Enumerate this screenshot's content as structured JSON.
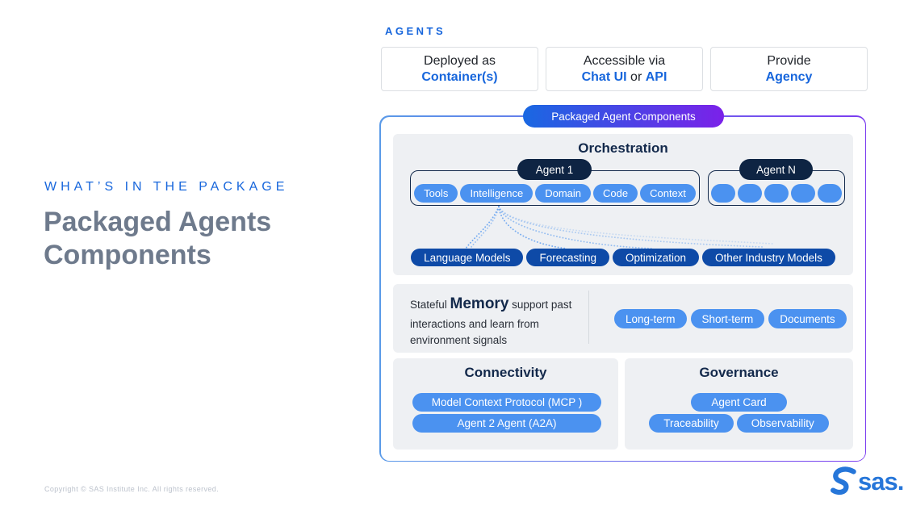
{
  "colors": {
    "accent_blue": "#1766dc",
    "pill_blue": "#4b92f0",
    "pill_navy": "#0e2443",
    "pill_dark_blue": "#0e4aa7",
    "banner_gradient_start": "#1968e2",
    "banner_gradient_end": "#7b21e9",
    "section_bg": "#eef0f3",
    "heading_navy": "#13294b",
    "title_gray": "#6e7a8c",
    "sas_blue": "#2676d9"
  },
  "left_panel": {
    "kicker": "WHAT’S IN THE PACKAGE",
    "title": "Packaged Agents Components"
  },
  "top": {
    "agents_label": "AGENTS",
    "boxes": [
      {
        "top": "Deployed as",
        "bold_a": "Container(s)",
        "mid": "",
        "bold_b": ""
      },
      {
        "top": "Accessible via",
        "bold_a": "Chat UI",
        "mid": " or ",
        "bold_b": "API"
      },
      {
        "top": "Provide",
        "bold_a": "Agency",
        "mid": "",
        "bold_b": ""
      }
    ]
  },
  "diagram": {
    "banner": "Packaged Agent Components",
    "orchestration": {
      "title": "Orchestration",
      "agent1_label": "Agent 1",
      "agent1_pills": [
        "Tools",
        "Intelligence",
        "Domain",
        "Code",
        "Context"
      ],
      "agent_n_label": "Agent N",
      "agent_n_slot_count": 5,
      "model_pills": [
        "Language Models",
        "Forecasting",
        "Optimization",
        "Other Industry Models"
      ]
    },
    "memory": {
      "prefix": "Stateful ",
      "keyword": "Memory",
      "suffix": " support past interactions and learn from environment signals",
      "pills": [
        "Long-term",
        "Short-term",
        "Documents"
      ]
    },
    "connectivity": {
      "title": "Connectivity",
      "pills": [
        "Model Context Protocol (MCP )",
        "Agent 2 Agent (A2A)"
      ]
    },
    "governance": {
      "title": "Governance",
      "row1": [
        "Agent Card"
      ],
      "row2": [
        "Traceability",
        "Observability"
      ]
    }
  },
  "footer": {
    "copyright": "Copyright © SAS Institute Inc. All rights reserved.",
    "logo_text": "sas."
  }
}
